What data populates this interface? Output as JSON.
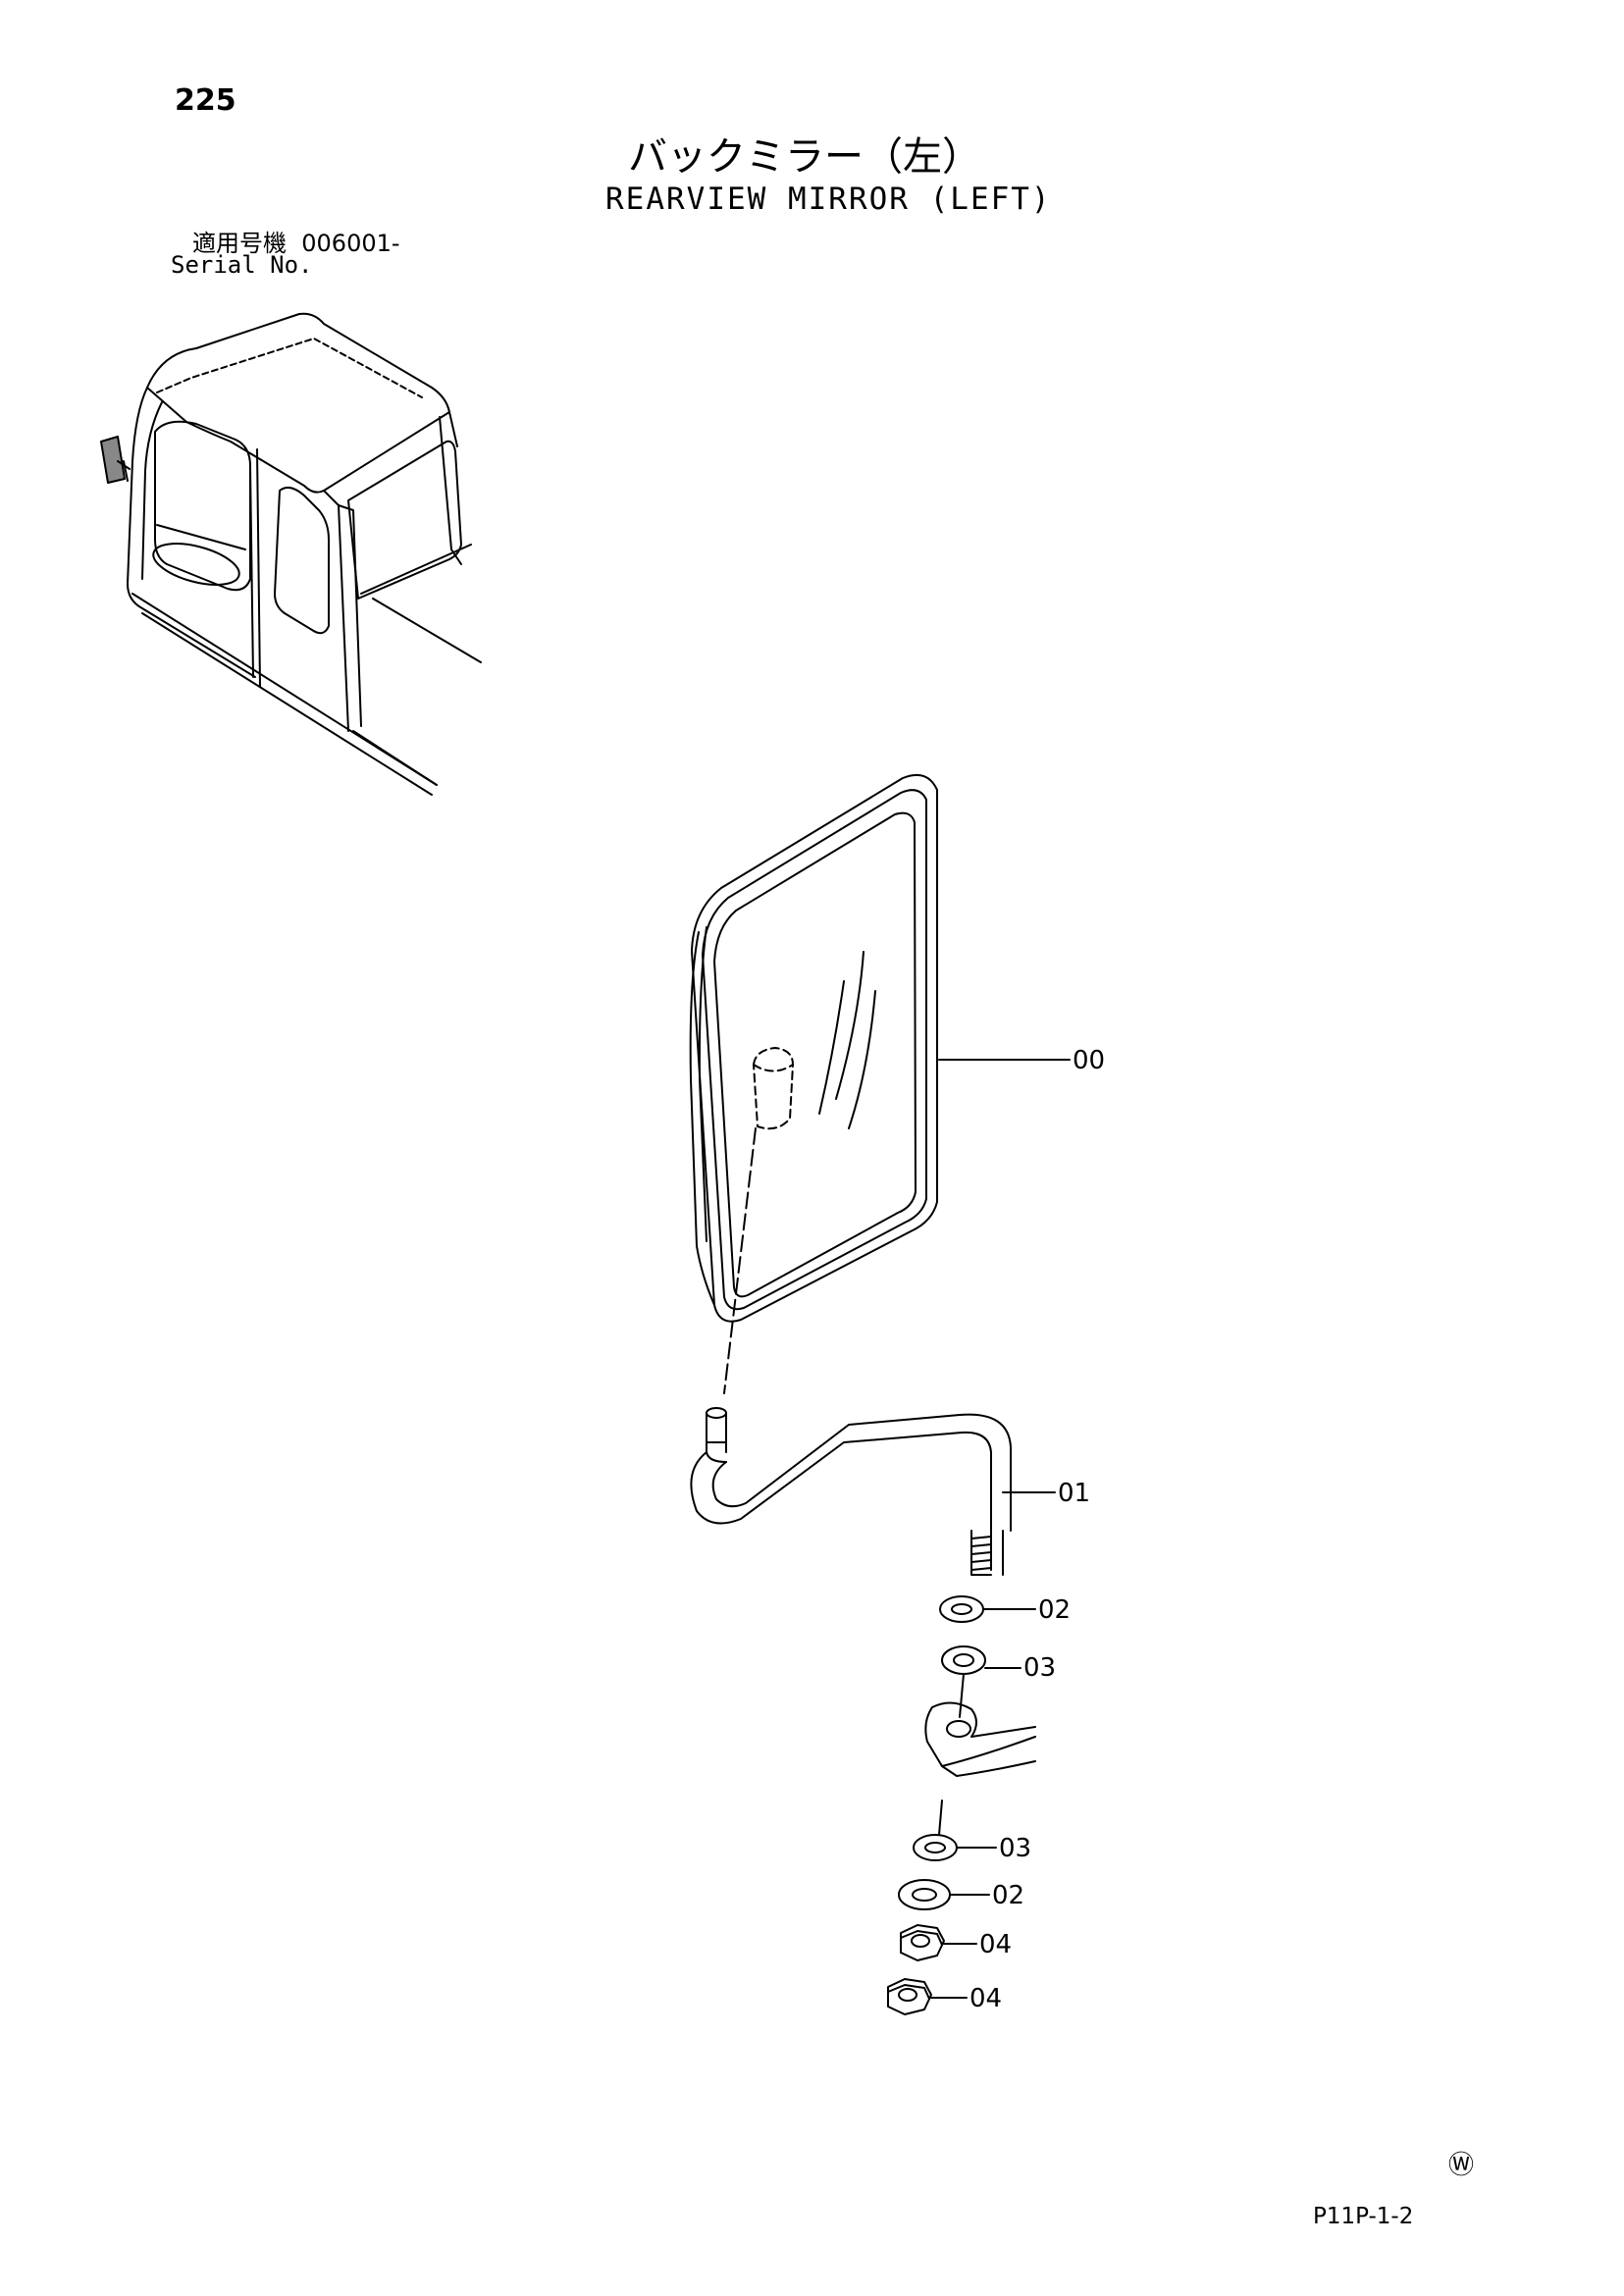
{
  "header": {
    "page_number": "225",
    "title_jp": "バックミラー（左）",
    "title_en": "REARVIEW MIRROR (LEFT)"
  },
  "serial": {
    "label_jp": "適用号機",
    "value": "006001-",
    "label_en": "Serial No."
  },
  "callouts": {
    "mirror": "00",
    "stay": "01",
    "washer_outer_top": "02",
    "washer_inner_top": "03",
    "washer_inner_bottom": "03",
    "washer_outer_bottom": "02",
    "nut_top": "04",
    "nut_bottom": "04"
  },
  "footer": {
    "revision_mark": "Ⓦ",
    "doc_code": "P11P-1-2"
  },
  "colors": {
    "line": "#000000",
    "background": "#ffffff",
    "fill_light": "#f2f2f2"
  },
  "icons": {
    "cab": "excavator-cab-illustration",
    "mirror": "rearview-mirror-drawing",
    "stay": "mirror-stay-rod",
    "washer": "washer-ring",
    "nut": "hex-nut"
  }
}
